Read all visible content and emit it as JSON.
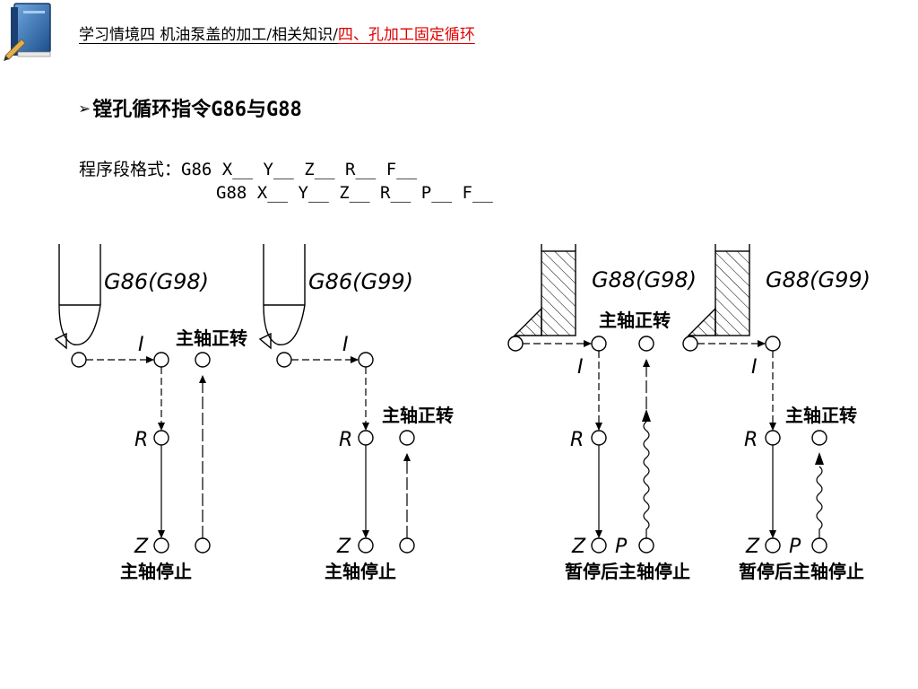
{
  "header": {
    "breadcrumb_main": "学习情境四  机油泵盖的加工/相关知识/",
    "breadcrumb_active": "四、孔加工固定循环"
  },
  "title": {
    "bullet": "➢",
    "text": "镗孔循环指令G86与G88"
  },
  "format": {
    "label": "程序段格式：",
    "line1": "G86 X__ Y__ Z__ R__ F__",
    "line2": "G88 X__ Y__ Z__ R__ P__ F__"
  },
  "diagrams": [
    {
      "mode": "G86(G98)",
      "i": "I",
      "r": "R",
      "z": "Z",
      "spindle_on": "主轴正转",
      "spindle_stop": "主轴停止"
    },
    {
      "mode": "G86(G99)",
      "i": "I",
      "r": "R",
      "z": "Z",
      "spindle_on": "主轴正转",
      "spindle_stop": "主轴停止"
    },
    {
      "mode": "G88(G98)",
      "i": "I",
      "r": "R",
      "z": "Z",
      "p": "P",
      "spindle_on": "主轴正转",
      "spindle_stop": "暂停后主轴停止"
    },
    {
      "mode": "G88(G99)",
      "i": "I",
      "r": "R",
      "z": "Z",
      "p": "P",
      "spindle_on": "主轴正转",
      "spindle_stop": "暂停后主轴停止"
    }
  ],
  "colors": {
    "accent": "#e00000",
    "book": "#2a5f9e"
  },
  "icons": [
    "book-icon",
    "pencil-icon"
  ]
}
